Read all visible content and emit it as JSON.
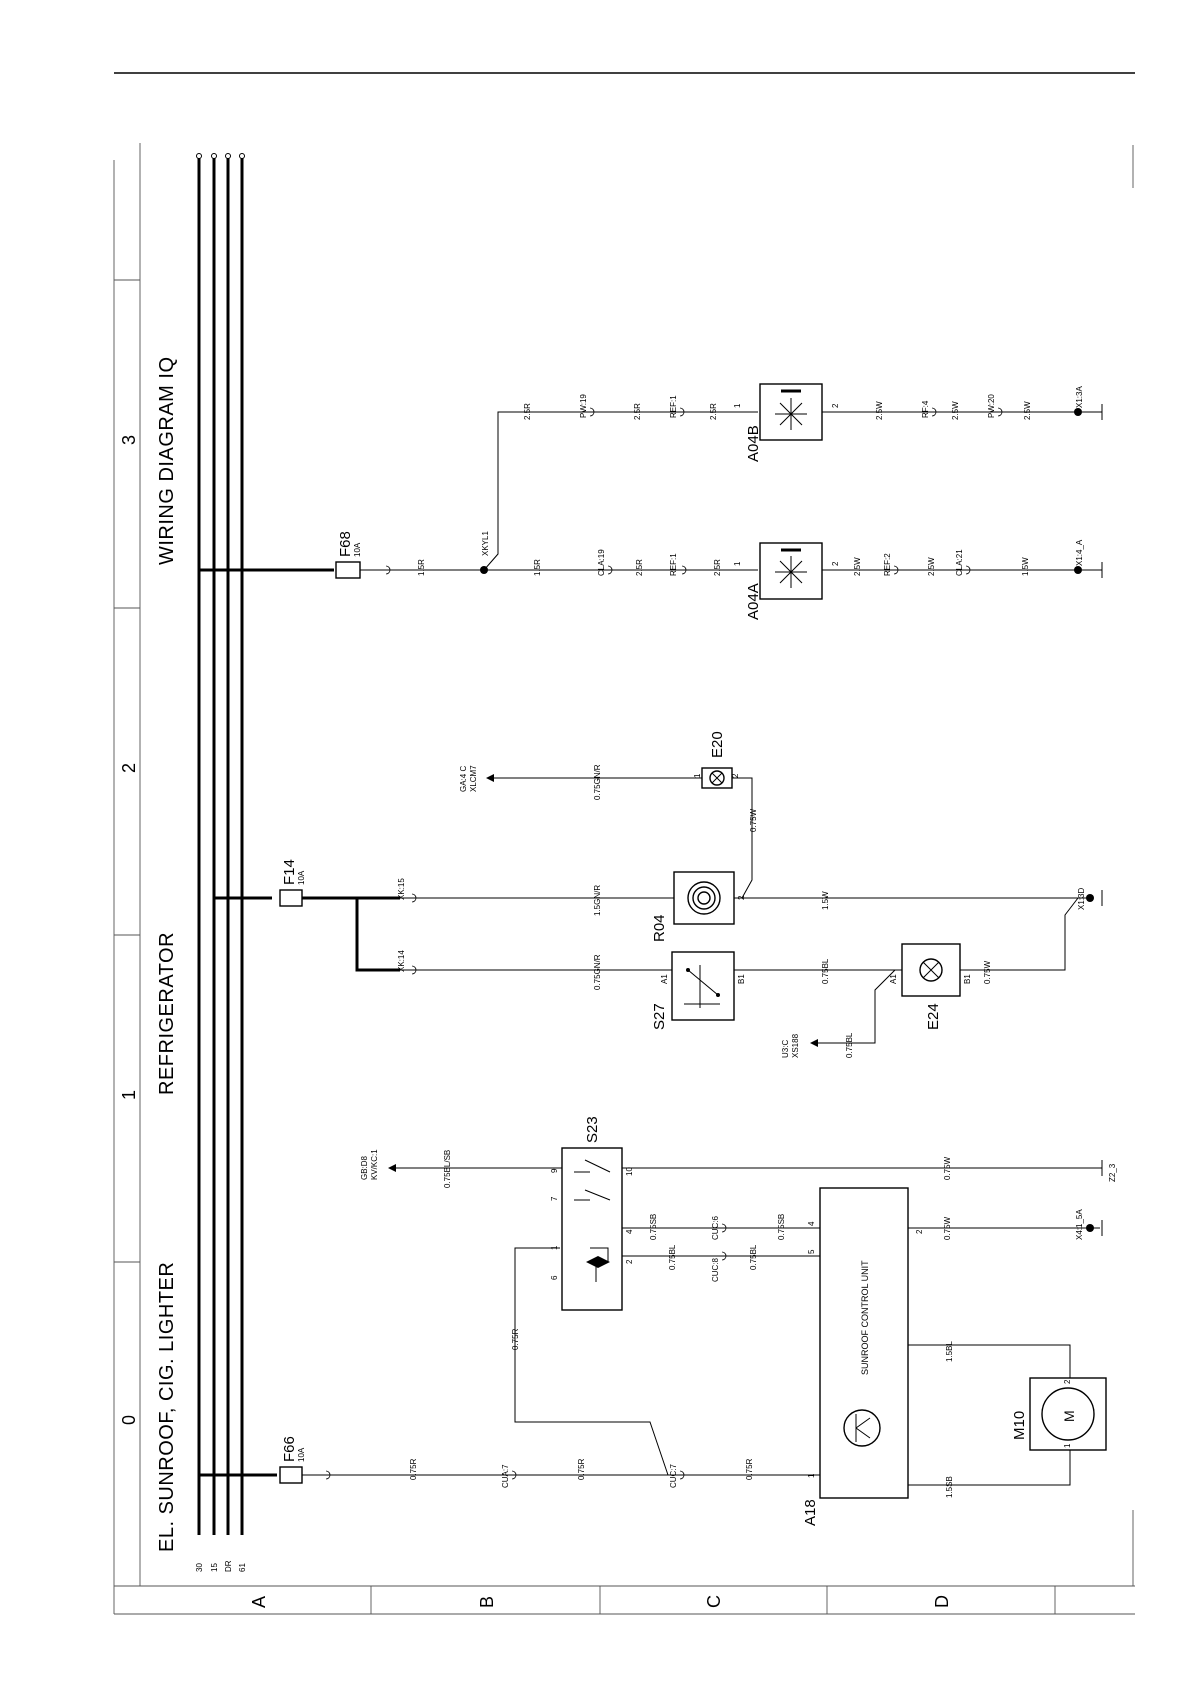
{
  "titles": {
    "left": "EL. SUNROOF, CIG. LIGHTER",
    "middle": "REFRIGERATOR",
    "right": "WIRING DIAGRAM IQ"
  },
  "columns": [
    "0",
    "1",
    "2",
    "3"
  ],
  "rows": [
    "A",
    "B",
    "C",
    "D"
  ],
  "bus_labels": [
    "30",
    "15",
    "DR",
    "61"
  ],
  "components": {
    "F66": {
      "name": "F66",
      "rating": "10A"
    },
    "F14": {
      "name": "F14",
      "rating": "10A"
    },
    "F68": {
      "name": "F68",
      "rating": "10A"
    },
    "S23": "S23",
    "A18": "A18",
    "A18_label": "SUNROOF CONTROL UNIT",
    "M10": "M10",
    "S27": "S27",
    "R04": "R04",
    "E20": "E20",
    "E24": "E24",
    "A04A": "A04A",
    "A04B": "A04B"
  },
  "wires": {
    "f66_1": "0.75R",
    "f66_2": "0.75R",
    "f66_3": "0.75R",
    "cua7": "CUA:7",
    "cuc7": "CUC:7",
    "s23_feed": "0.75R",
    "s23_out1": "0.75BL/SB",
    "s23_a": "0.75SB",
    "s23_b": "0.75SB",
    "s23_c": "0.75BL",
    "s23_d": "0.75BL",
    "cuc6": "CUC:6",
    "cuc8": "CUC:8",
    "gnd1": "0.75W",
    "gnd2": "0.75W",
    "m10_a": "1.5BL",
    "m10_b": "1.5SB",
    "k1": "GB:D8",
    "k2": "KV/KC:1",
    "z1": "Z2_3",
    "x41": "X4:1_5A",
    "xk14": "XK:14",
    "xk15": "XK:15",
    "s27_in": "0.75GN/R",
    "s27_out": "0.75BL",
    "e24_out": "0.75W",
    "e24_br": "0.75BL",
    "u3c": "U3:C",
    "xs188": "XS188",
    "r04_in": "1.5GN/R",
    "r04_out": "1.5W",
    "e20_in": "0.75GN/R",
    "e20_out": "0.75W",
    "ga4c": "GA:4 C",
    "xlcm7": "XLCM7",
    "x13d": "X1:3D",
    "f68_1": "1.5R",
    "xkyl1": "XKYL1",
    "a04a_1": "1.5R",
    "cla19": "CLA:19",
    "a04a_2": "2.5R",
    "ref1a": "REF:1",
    "a04a_3": "2.5R",
    "a04a_4": "2.5W",
    "ref2": "REF:2",
    "a04a_5": "2.5W",
    "cla21": "CLA:21",
    "a04a_6": "1.5W",
    "x14a": "X1:4_A",
    "a04b_1": "2.5R",
    "pw19": "PW:19",
    "a04b_2": "2.5R",
    "ref1b": "REF:1",
    "a04b_3": "2.5R",
    "a04b_4": "2.5W",
    "rf4": "RF:4",
    "a04b_5": "2.5W",
    "pw20": "PW:20",
    "a04b_6": "2.5W",
    "x13a": "X1:3A"
  },
  "pins": {
    "p1": "1",
    "p2": "2",
    "p4": "4",
    "p5": "5",
    "p6": "6",
    "p7": "7",
    "p9": "9",
    "p10": "10",
    "a1": "A1",
    "b1": "B1"
  }
}
